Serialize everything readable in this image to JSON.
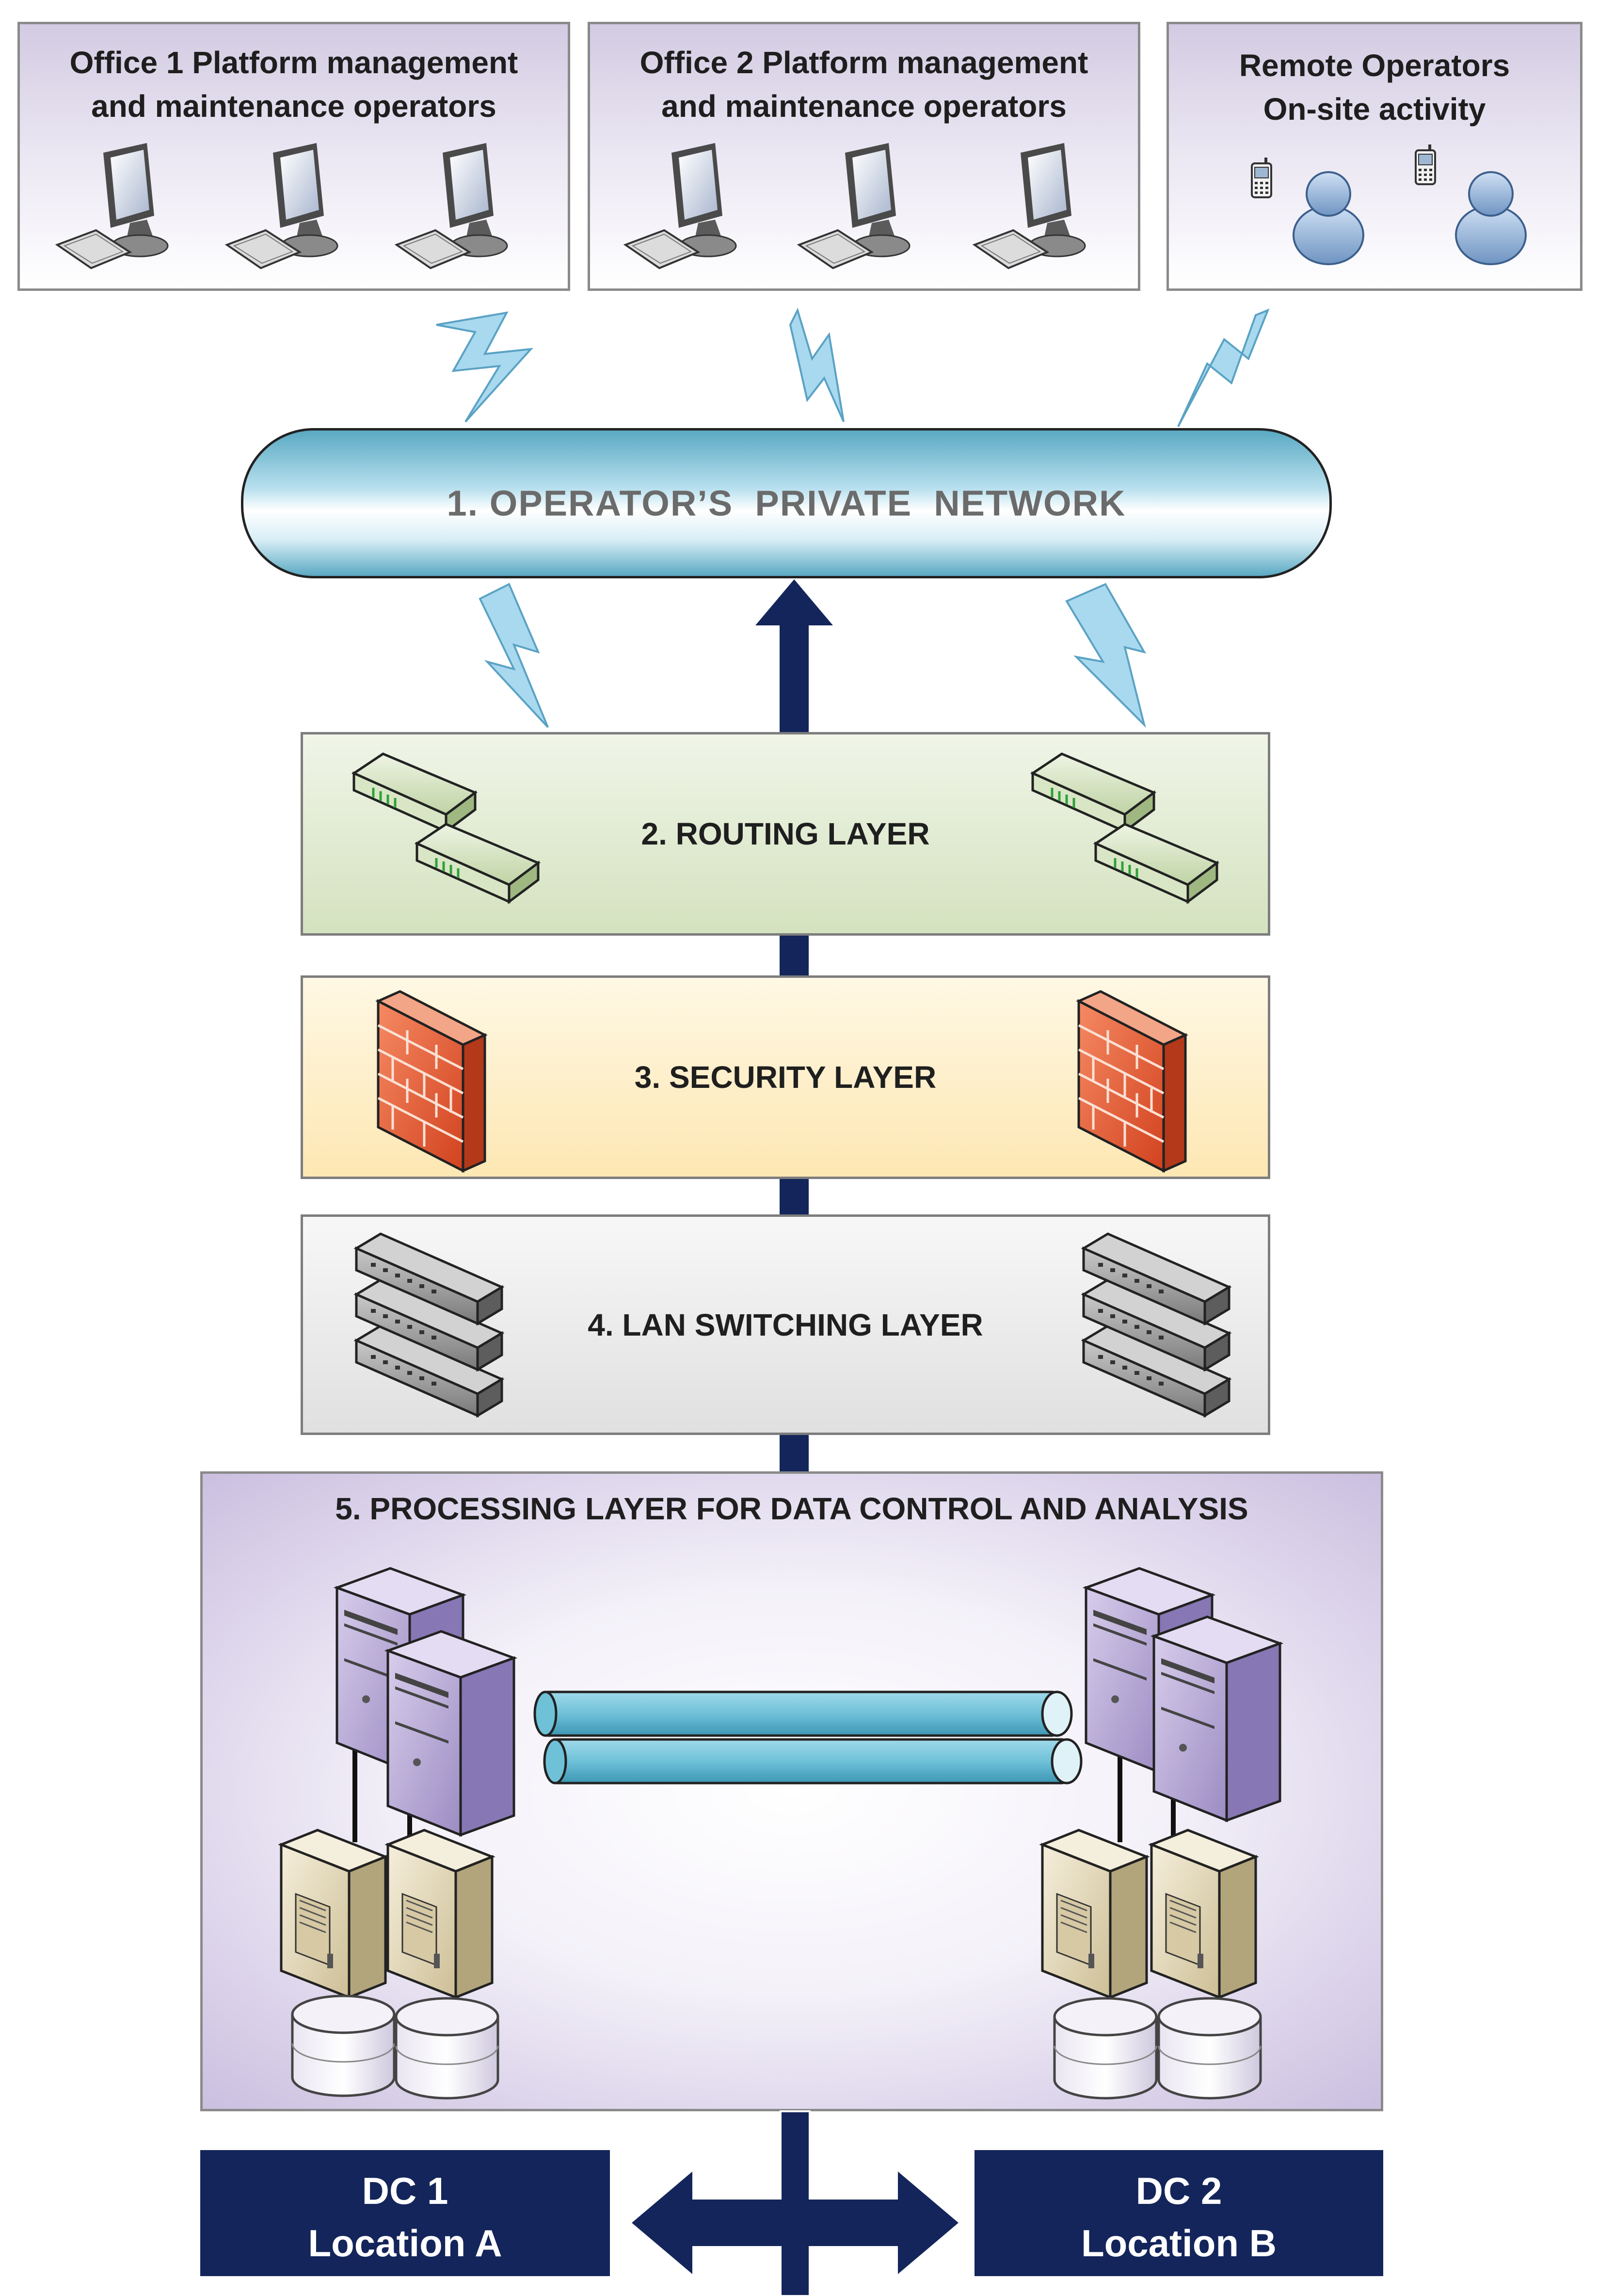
{
  "offices": [
    {
      "line1": "Office 1 Platform management",
      "line2": "and maintenance operators"
    },
    {
      "line1": "Office 2 Platform management",
      "line2": "and maintenance operators"
    },
    {
      "line1": "Remote Operators",
      "line2": "On-site activity"
    }
  ],
  "network": {
    "label": "1. OPERATOR’S  PRIVATE  NETWORK"
  },
  "layers": {
    "routing": "2. ROUTING LAYER",
    "security": "3. SECURITY LAYER",
    "switching": "4. LAN SWITCHING LAYER",
    "processing": "5. PROCESSING LAYER FOR DATA CONTROL AND ANALYSIS"
  },
  "datacenters": [
    {
      "line1": "DC 1",
      "line2": "Location A"
    },
    {
      "line1": "DC 2",
      "line2": "Location B"
    }
  ],
  "colors": {
    "arrow": "#13255a",
    "routing_bg": "#d6e3c3",
    "security_bg": "#fdebc0",
    "switching_bg": "#e6e6e6",
    "processing_bg": "#d9cfe6",
    "cloud": "#5fb0c8",
    "lightning": "#a9d9ef",
    "firewall": "#e8573a",
    "server": "#bcaed8",
    "cabinet": "#e9dfc2"
  },
  "icons": [
    "desktop-computer-icon",
    "mobile-phone-icon",
    "user-icon",
    "router-icon",
    "firewall-icon",
    "lan-switch-icon",
    "server-icon",
    "server-cabinet-icon",
    "database-disk-icon",
    "pipe-link-icon",
    "lightning-link-icon",
    "arrow-icon"
  ]
}
